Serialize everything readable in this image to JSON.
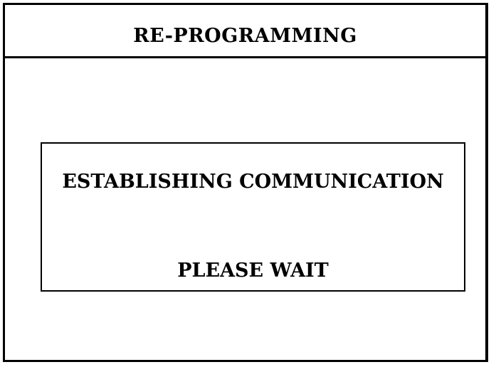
{
  "header": {
    "title": "RE-PROGRAMMING"
  },
  "dialog": {
    "message": "ESTABLISHING COMMUNICATION",
    "status": "PLEASE WAIT"
  },
  "colors": {
    "background": "#ffffff",
    "foreground": "#000000"
  }
}
